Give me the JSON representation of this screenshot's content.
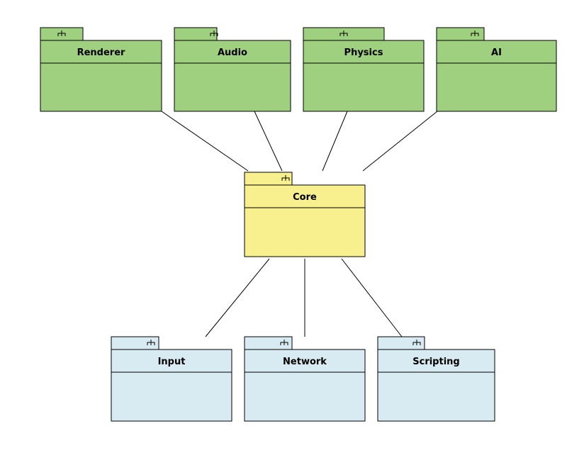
{
  "diagram": {
    "packages": [
      {
        "id": "renderer",
        "name": "Renderer",
        "group": "top"
      },
      {
        "id": "audio",
        "name": "Audio",
        "group": "top"
      },
      {
        "id": "physics",
        "name": "Physics",
        "group": "top"
      },
      {
        "id": "ai",
        "name": "AI",
        "group": "top"
      },
      {
        "id": "core",
        "name": "Core",
        "group": "core"
      },
      {
        "id": "input",
        "name": "Input",
        "group": "bottom"
      },
      {
        "id": "network",
        "name": "Network",
        "group": "bottom"
      },
      {
        "id": "scripting",
        "name": "Scripting",
        "group": "bottom"
      }
    ],
    "connections": [
      {
        "from": "renderer",
        "to": "core"
      },
      {
        "from": "audio",
        "to": "core"
      },
      {
        "from": "physics",
        "to": "core"
      },
      {
        "from": "ai",
        "to": "core"
      },
      {
        "from": "core",
        "to": "input"
      },
      {
        "from": "core",
        "to": "network"
      },
      {
        "from": "core",
        "to": "scripting"
      }
    ],
    "colors": {
      "top": "#9fd07f",
      "core": "#f8ef8f",
      "bottom": "#d8ebf2",
      "stroke": "#000000"
    }
  }
}
